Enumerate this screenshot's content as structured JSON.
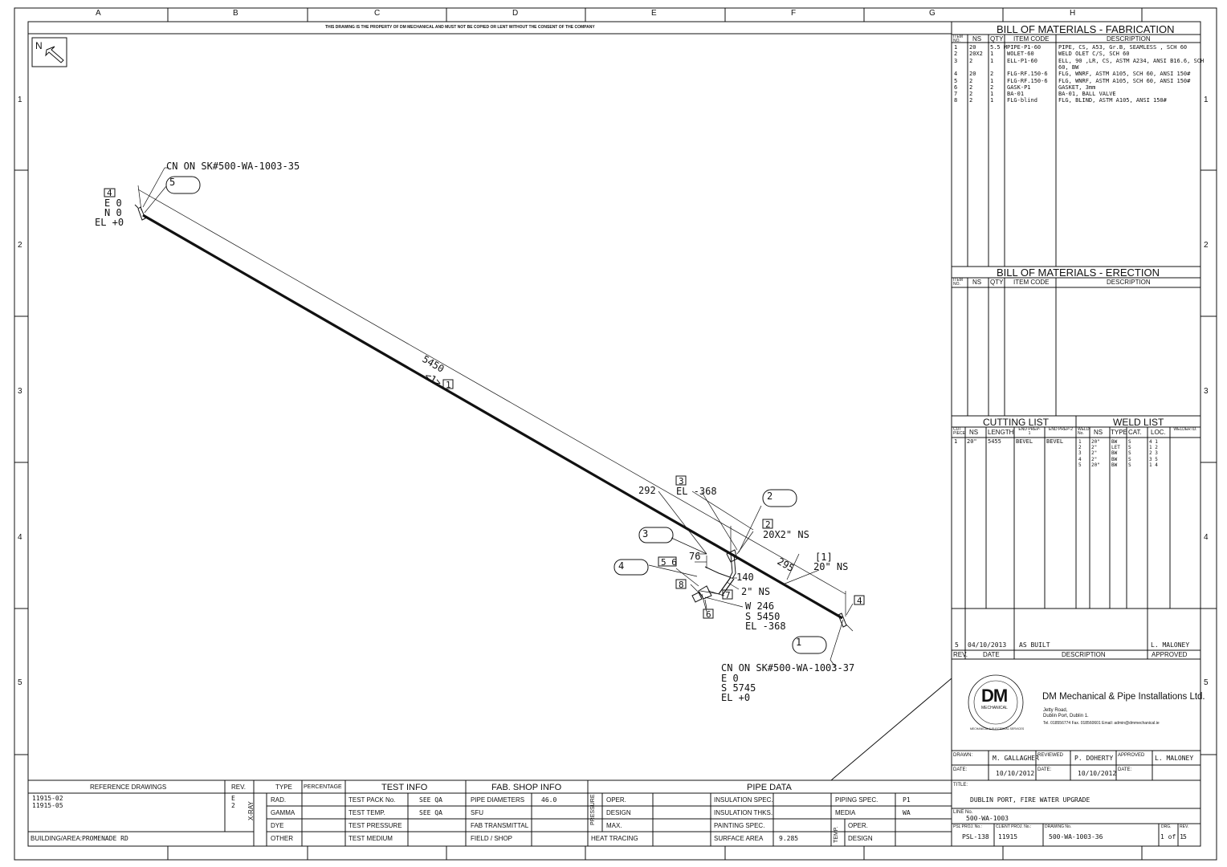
{
  "border": {
    "columns": [
      "A",
      "B",
      "C",
      "D",
      "E",
      "F",
      "G",
      "H"
    ],
    "rows": [
      "1",
      "2",
      "3",
      "4",
      "5"
    ],
    "notice": "THIS DRAWING IS THE PROPERTY OF DM MECHANICAL AND MUST NOT BE COPIED OR LENT WITHOUT THE CONSENT OF THE COMPANY"
  },
  "north": {
    "label": "N"
  },
  "iso": {
    "cn_top": "CN ON SK#500-WA-1003-35",
    "start_tag": "4",
    "start_coords": [
      "E 0",
      "N 0",
      "EL +0"
    ],
    "dim_5450": "5450",
    "pipe_piece": "<1>",
    "pipe_tag": "1",
    "dim_292": "292",
    "tag_3": "3",
    "el_368": "EL -368",
    "dim_76": "76",
    "dim_140": "140",
    "size_2ns": "2\" NS",
    "olet_tag": "2",
    "olet_size": "20X2\" NS",
    "dim_295": "295",
    "cut_ref": "[1]",
    "size_20ns": "20\" NS",
    "end_coords": [
      "W 246",
      "S 5450",
      "EL -368"
    ],
    "tag_56": "5 6",
    "tag_8": "8",
    "tag_7": "7",
    "tag_6": "6",
    "tag_end4": "4",
    "cn_bottom": "CN ON SK#500-WA-1003-37",
    "bottom_coords": [
      "E 0",
      "S 5745",
      "EL +0"
    ],
    "bubbles": [
      "5",
      "2",
      "3",
      "4",
      "1"
    ]
  },
  "bom_fab": {
    "title": "BILL OF MATERIALS - FABRICATION",
    "headers": [
      "ITEM NO.",
      "NS",
      "QTY",
      "ITEM CODE",
      "DESCRIPTION"
    ],
    "rows": [
      [
        "1",
        "20",
        "5.5 M",
        "PIPE-P1-60",
        "PIPE, CS, A53, Gr.B, SEAMLESS , SCH 60"
      ],
      [
        "2",
        "20X2",
        "1",
        "WOLET-60",
        "WELD OLET C/S, SCH 60"
      ],
      [
        "3",
        "2",
        "1",
        "ELL-P1-60",
        "ELL, 90 ,LR, CS, ASTM A234, ANSI B16.6, SCH"
      ],
      [
        "",
        "",
        "",
        "",
        "60, BW"
      ],
      [
        "4",
        "20",
        "2",
        "FLG-RF.150-6",
        "FLG, WNRF, ASTM A105, SCH 60, ANSI 150#"
      ],
      [
        "5",
        "2",
        "1",
        "FLG-RF.150-6",
        "FLG, WNRF, ASTM A105, SCH 60, ANSI 150#"
      ],
      [
        "6",
        "2",
        "2",
        "GASK-P1",
        "GASKET, 3mm"
      ],
      [
        "7",
        "2",
        "1",
        "BA-01",
        "BA-01, BALL VALVE"
      ],
      [
        "8",
        "2",
        "1",
        "FLG-blind",
        "FLG, BLIND, ASTM A105, ANSI 150#"
      ]
    ]
  },
  "bom_erec": {
    "title": "BILL OF MATERIALS - ERECTION",
    "headers": [
      "ITEM NO.",
      "NS",
      "QTY",
      "ITEM CODE",
      "DESCRIPTION"
    ]
  },
  "cutting": {
    "title": "CUTTING LIST",
    "headers": [
      "CUT PIECE",
      "NS",
      "LENGTH",
      "END PREP-1",
      "END PREP-2"
    ],
    "rows": [
      [
        "1",
        "20\"",
        "5455",
        "BEVEL",
        "BEVEL"
      ]
    ]
  },
  "weld": {
    "title": "WELD LIST",
    "headers": [
      "WELD No.",
      "NS",
      "TYPE",
      "CAT.",
      "LOC.",
      "WELDER ID."
    ],
    "rows": [
      [
        "1",
        "20\"",
        "BW",
        "S",
        "4 1"
      ],
      [
        "2",
        "2\"",
        "LET",
        "S",
        "1 2"
      ],
      [
        "3",
        "2\"",
        "BW",
        "S",
        "2 3"
      ],
      [
        "4",
        "2\"",
        "BW",
        "S",
        "3 5"
      ],
      [
        "5",
        "20\"",
        "BW",
        "S",
        "1 4"
      ]
    ]
  },
  "revision": {
    "row": {
      "rev": "5",
      "date": "04/10/2013",
      "desc": "AS BUILT",
      "approved": "L. MALONEY"
    },
    "headers": [
      "REV.",
      "DATE",
      "DESCRIPTION",
      "APPROVED"
    ]
  },
  "company": {
    "logo": "DM",
    "logo_sub": "MECHANICAL",
    "logo_foot": "MECHANICAL & ELECTRICAL SERVICES",
    "name": "DM Mechanical & Pipe Installations Ltd.",
    "addr1": "Jetty Road,",
    "addr2": "Dublin Port, Dublin 1.",
    "contact": "Tel. 018556774   Fax. 018560601   Email: admin@dmmechanical.ie"
  },
  "titleblock": {
    "drawn_label": "DRAWN:",
    "drawn": "M. GALLAGHER",
    "reviewed_label": "REVIEWED",
    "reviewed": "P. DOHERTY",
    "approved_label": "APPROVED",
    "approved": "L. MALONEY",
    "date_label": "DATE:",
    "date1": "10/10/2012",
    "date2": "10/10/2012",
    "title_label": "TITLE:",
    "title": "DUBLIN PORT, FIRE WATER UPGRADE",
    "line_label": "LINE No.",
    "line_no": "500-WA-1003",
    "psl_label": "PSL PROJ. No.:",
    "psl": "PSL-138",
    "client_label": "CLIENT PROJ. No.:",
    "client": "11915",
    "dwg_label": "DRAWING No.",
    "dwg": "500-WA-1003-36",
    "drg_label": "DRG.",
    "drg": "1 of 1",
    "rev_label": "REV.",
    "rev": "5"
  },
  "bottom": {
    "ref_title": "REFERENCE DRAWINGS",
    "rev_title": "REV.",
    "refs": [
      "11915-02",
      "11915-05"
    ],
    "ref_revs": [
      "E",
      "2"
    ],
    "building_label": "BUILDING/AREA:",
    "building": "PROMENADE RD",
    "xray": "X-RAY",
    "type_title": "TYPE",
    "pct_title": "PERCENTAGE",
    "types": [
      "RAD.",
      "GAMMA",
      "DYE",
      "OTHER"
    ],
    "test_title": "TEST INFO",
    "test_rows": [
      [
        "TEST PACK No.",
        "SEE QA"
      ],
      [
        "TEST TEMP.",
        "SEE QA"
      ],
      [
        "TEST PRESSURE",
        ""
      ],
      [
        "TEST MEDIUM",
        ""
      ]
    ],
    "fab_title": "FAB. SHOP INFO",
    "fab_rows": [
      [
        "PIPE DIAMETERS",
        "46.0"
      ],
      [
        "SFU",
        ""
      ],
      [
        "FAB TRANSMITTAL",
        ""
      ],
      [
        "FIELD / SHOP",
        ""
      ]
    ],
    "pipe_title": "PIPE DATA",
    "pressure": "PRESSURE",
    "press_rows": [
      "OPER.",
      "DESIGN",
      "MAX."
    ],
    "heat": "HEAT TRACING",
    "ins_rows": [
      [
        "INSULATION SPEC.",
        ""
      ],
      [
        "INSULATION THKS.",
        ""
      ],
      [
        "PAINTING SPEC.",
        ""
      ],
      [
        "SURFACE AREA",
        "9.285"
      ]
    ],
    "spec_rows": [
      [
        "PIPING SPEC.",
        "P1"
      ],
      [
        "MEDIA",
        "WA"
      ]
    ],
    "temp": "TEMP.",
    "temp_rows": [
      "OPER.",
      "DESIGN"
    ]
  }
}
